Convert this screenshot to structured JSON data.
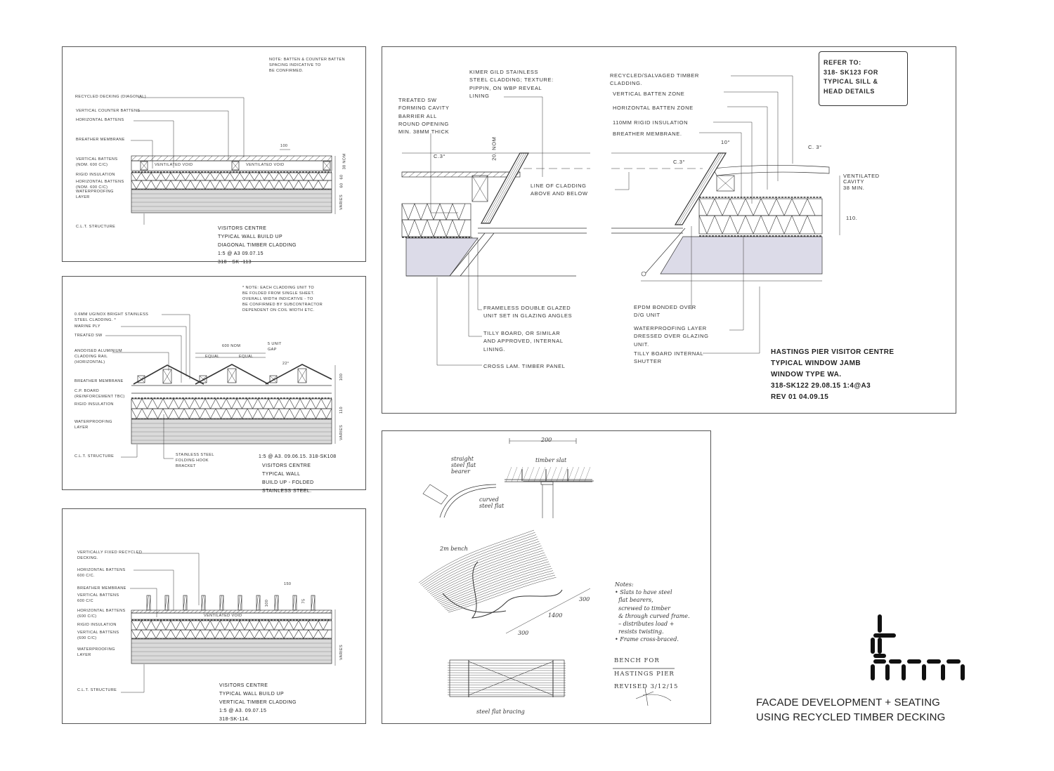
{
  "sheet": {
    "title": "FACADE DEVELOPMENT + SEATING\nUSING RECYCLED TIMBER DECKING",
    "logo_text": "d+mm"
  },
  "sketch_diagonal": {
    "note": "NOTE: BATTEN & COUNTER BATTEN\nSPACING INDICATIVE TO\nBE CONFIRMED.",
    "labels": [
      "RECYCLED DECKING (DIAGONAL)",
      "VERTICAL COUNTER BATTENS",
      "HORIZONTAL BATTENS",
      "BREATHER MEMBRANE",
      "VERTICAL BATTENS\n(NOM. 600 C/C)",
      "RIGID INSULATION",
      "HORIZONTAL BATTENS\n(NOM. 600 C/C)",
      "WATERPROOFING\nLAYER",
      "C.L.T. STRUCTURE"
    ],
    "void": [
      "VENTILATED VOID",
      "VENTILATED VOID"
    ],
    "dims": [
      "100",
      "38 NOM",
      "60",
      "60",
      "VARIES"
    ],
    "title": "VISITORS CENTRE\nTYPICAL WALL BUILD UP\nDIAGONAL TIMBER CLADDING\n1:5 @ A3   09.07.15\n318 - SK -113"
  },
  "sketch_folded": {
    "note": "* NOTE: EACH CLADDING UNIT TO\nBE FOLDED FROM SINGLE SHEET.\nOVERALL WIDTH INDICATIVE - TO\nBE CONFIRMED BY SUBCONTRACTOR\nDEPENDENT ON COIL WIDTH ETC.",
    "labels": [
      "0.6mm UGINOX BRIGHT STAINLESS\nSTEEL CLADDING. *",
      "MARINE PLY",
      "TREATED SW",
      "ANODISED ALUMINIUM\nCLADDING RAIL\n(HORIZONTAL)",
      "BREATHER MEMBRANE",
      "C.P. BOARD\n(REINFORCEMENT TBC)",
      "RIGID INSULATION",
      "WATERPROOFING\nLAYER",
      "C.L.T. STRUCTURE",
      "STAINLESS STEEL\nFOLDING HOOK\nBRACKET"
    ],
    "dims": [
      "600 NOM",
      "EQUAL",
      "EQUAL",
      "5 UNIT\nGAP",
      "22°",
      "100",
      "110",
      "VARIES"
    ],
    "ref": "1:5 @ A3.   09.06.15.   318-SK108",
    "title": "VISITORS CENTRE\nTYPICAL WALL\nBUILD UP - FOLDED\nSTAINLESS STEEL."
  },
  "sketch_vertical": {
    "labels": [
      "VERTICALLY FIXED RECYCLED\nDECKING.",
      "HORIZONTAL BATTENS\n600 C/C.",
      "BREATHER MEMBRANE",
      "VERTICAL BATTENS\n600 C/C",
      "HORIZONTAL BATTENS\n(600 C/C)",
      "RIGID INSULATION",
      "VERTICAL BATTENS\n(600 C/C)",
      "WATERPROOFING\nLAYER",
      "C.L.T. STRUCTURE"
    ],
    "void": "VENTILATED VOID",
    "dims": [
      "150",
      "100",
      "75",
      "VARIES"
    ],
    "title": "VISITORS CENTRE\nTYPICAL WALL BUILD UP\nVERTICAL TIMBER CLADDING\n1:5  @ A3.   09.07.15\n318-SK-114."
  },
  "sketch_window": {
    "labels_left": [
      "KIMER GILD STAINLESS\nSTEEL CLADDING; TEXTURE:\nPIPPIN, ON WBP REVEAL\nLINING",
      "TREATED SW\nFORMING CAVITY\nBARRIER ALL\nROUND OPENING\nMIN. 38MM THICK",
      "LINE OF CLADDING\nABOVE AND BELOW",
      "FRAMELESS DOUBLE GLAZED\nUNIT SET IN GLAZING ANGLES",
      "TILLY BOARD, OR SIMILAR\nAND APPROVED, INTERNAL\nLINING.",
      "CROSS LAM. TIMBER PANEL"
    ],
    "labels_right": [
      "RECYCLED/SALVAGED TIMBER\nCLADDING.",
      "VERTICAL BATTEN ZONE",
      "HORIZONTAL BATTEN ZONE",
      "110MM RIGID INSULATION",
      "BREATHER MEMBRANE.",
      "EPDM BONDED OVER\nD/G UNIT",
      "WATERPROOFING LAYER\nDRESSED OVER GLAZING\nUNIT.",
      "TILLY BOARD INTERNAL\nSHUTTER"
    ],
    "dims": [
      "c.3°",
      "20. NOM",
      "10°",
      "c.3°",
      "c. 3°",
      "VENTILATED\nCAVITY\n38 MIN.",
      "110."
    ],
    "refer_box": "REFER TO:\n318- SK123 FOR\nTYPICAL SILL &\nHEAD DETAILS",
    "title": "HASTINGS PIER VISITOR CENTRE\nTYPICAL WINDOW JAMB\nWINDOW TYPE  WA.\n318-SK122    29.08.15   1:4@A3\nREV 01    04.09.15"
  },
  "sketch_bench": {
    "labels": [
      "200",
      "straight\nsteel flat\nbearer",
      "timber slat",
      "curved\nsteel flat",
      "2m bench",
      "300",
      "1400",
      "300",
      "steel flat bracing"
    ],
    "notes": "Notes:\n• Slats to have steel\n  flat bearers,\n  screwed to timber\n  & through curved frame.\n  – distributes load +\n  resists twisting.\n• Frame cross-braced.",
    "title": "BENCH for\nHASTINGS PIER\nREVISED  3/12/15"
  },
  "colors": {
    "line": "#333333",
    "clt_fill": "#dadada",
    "clt_fill_window": "#dcdbe8"
  }
}
